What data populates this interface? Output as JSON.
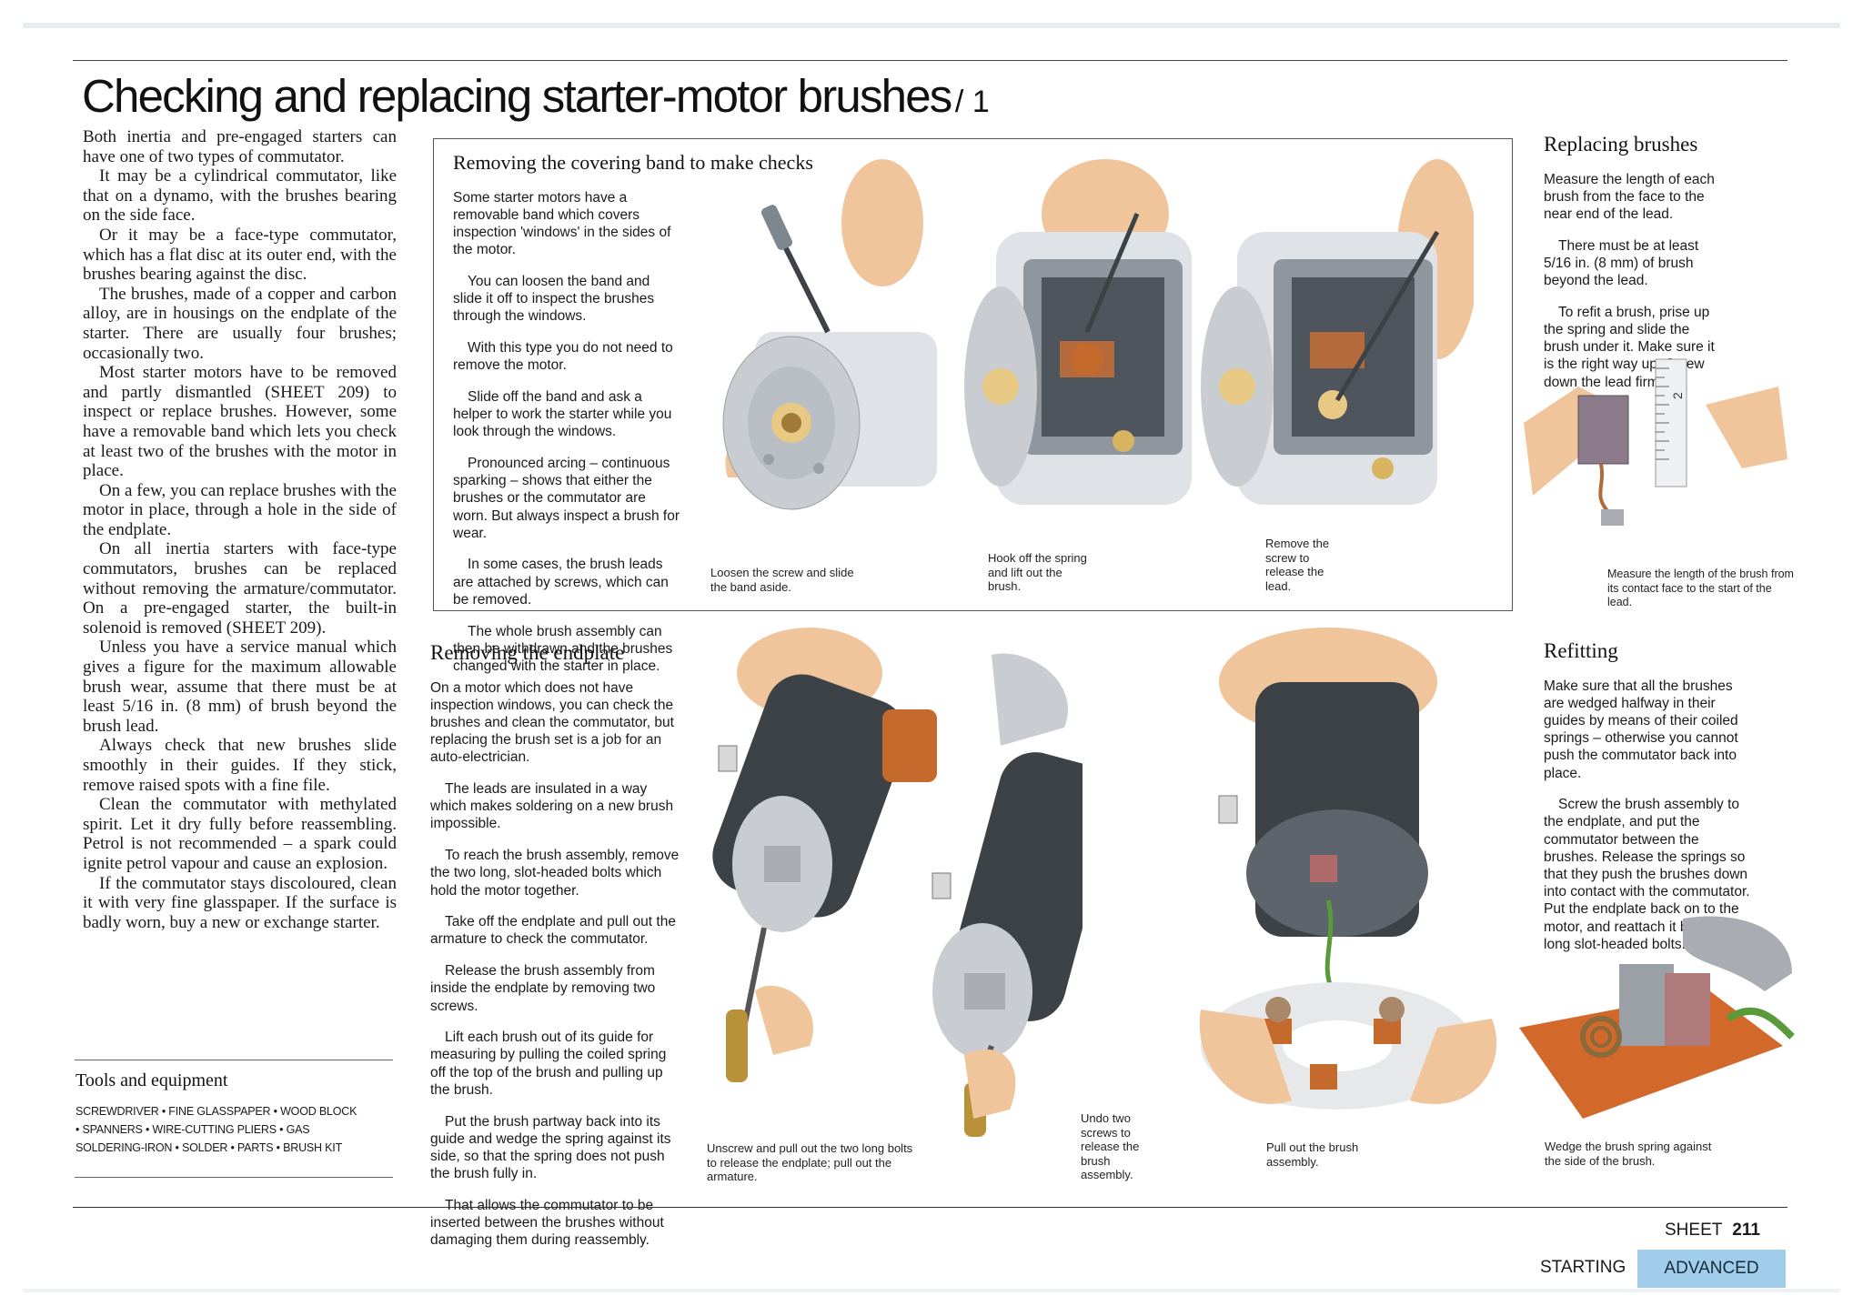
{
  "page": {
    "title": "Checking and replacing starter-motor brushes",
    "title_suffix": "/ 1",
    "intro_paragraphs": [
      "Both inertia and pre-engaged starters can have one of two types of commutator.",
      "It may be a cylindrical commutator, like that on a dynamo, with the brushes bearing on the side face.",
      "Or it may be a face-type commutator, which has a flat disc at its outer end, with the brushes bearing against the disc.",
      "The brushes, made of a copper and carbon alloy, are in housings on the endplate of the starter. There are usually four brushes; occasionally two.",
      "Most starter motors have to be removed and partly dismantled (SHEET 209) to inspect or replace brushes. However, some have a removable band which lets you check at least two of the brushes with the motor in place.",
      "On a few, you can replace brushes with the motor in place, through a hole in the side of the endplate.",
      "On all inertia starters with face-type commutators, brushes can be replaced without removing the armature/commutator. On a pre-engaged starter, the built-in solenoid is removed (SHEET 209).",
      "Unless you have a service manual which gives a figure for the maximum allowable brush wear, assume that there must be at least 5/16 in. (8 mm) of brush beyond the brush lead.",
      "Always check that new brushes slide smoothly in their guides. If they stick, remove raised spots with a fine file.",
      "Clean the commutator with methylated spirit. Let it dry fully before reassembling. Petrol is not recommended – a spark could ignite petrol vapour and cause an explosion.",
      "If the commutator stays discoloured, clean it with very fine glasspaper. If the surface is badly worn, buy a new or exchange starter."
    ],
    "tools": {
      "heading": "Tools and equipment",
      "line1": "SCREWDRIVER  •  FINE GLASSPAPER  •  WOOD BLOCK",
      "line2": "•  SPANNERS  •  WIRE-CUTTING PLIERS  •  GAS",
      "line3": "SOLDERING-IRON  •  SOLDER  •  PARTS  •  BRUSH KIT"
    },
    "band_section": {
      "heading": "Removing the covering band to make checks",
      "paragraphs": [
        "Some starter motors have a removable band which covers inspection 'windows' in the sides of the motor.",
        "You can loosen the band and slide it off to inspect the brushes through the windows.",
        "With this type you do not need to remove the motor.",
        "Slide off the band and ask a helper to work the starter while you look through the windows.",
        "Pronounced arcing – continuous sparking – shows that either the brushes or the commutator are worn. But always inspect a brush for wear.",
        "In some cases, the brush leads are attached by screws, which can be removed.",
        "The whole brush assembly can then be withdrawn and the brushes changed with the starter in place."
      ],
      "captions": {
        "loosen": "Loosen the screw and slide the band aside.",
        "hook": "Hook off the spring and lift out the brush.",
        "remove": "Remove the screw to release the lead."
      }
    },
    "replacing_section": {
      "heading": "Replacing brushes",
      "paragraphs": [
        "Measure the length of each brush from the face to the near end of the lead.",
        "There must be at least 5/16 in. (8 mm) of brush beyond the lead.",
        "To refit a brush, prise up the spring and slide the brush under it. Make sure it is the right way up. Screw down the lead firmly."
      ],
      "caption": "Measure the length of the brush from its contact face to the start of the lead.",
      "ruler_mark": "2"
    },
    "endplate_section": {
      "heading": "Removing the endplate",
      "paragraphs": [
        "On a motor which does not have inspection windows, you can check the brushes and clean the commutator, but replacing the brush set is a job for an auto-electrician.",
        "The leads are insulated in a way which makes soldering on a new brush impossible.",
        "To reach the brush assembly, remove the two long, slot-headed bolts which hold the motor together.",
        "Take off the endplate and pull out the armature to check the commutator.",
        "Release the brush assembly from inside the endplate by removing two screws.",
        "Lift each brush out of its guide for measuring by pulling the coiled spring off the top of the brush and pulling up the brush.",
        "Put the brush partway back into its guide and wedge the spring against its side, so that the spring does not push the brush fully in.",
        "That allows the commutator to be inserted between the brushes without damaging them during reassembly."
      ],
      "captions": {
        "unscrew": "Unscrew and pull out the two long bolts to release the endplate; pull out the armature.",
        "undo": "Undo two screws to release the brush assembly.",
        "pull": "Pull out the brush assembly."
      }
    },
    "refitting_section": {
      "heading": "Refitting",
      "paragraphs": [
        "Make sure that all the brushes are wedged halfway in their guides by means of their coiled springs – otherwise you cannot push the commutator back into place.",
        "Screw the brush assembly to the endplate, and put the commutator between the brushes. Release the springs so that they push the brushes down into contact with the commutator. Put the endplate back on to the motor, and reattach it by the two long slot-headed bolts."
      ],
      "caption": "Wedge the brush spring against the side of the brush."
    },
    "footer": {
      "sheet_label": "SHEET",
      "sheet_number": "211",
      "category": "STARTING",
      "level": "ADVANCED"
    }
  },
  "colors": {
    "advanced_tab": "#9fcdea",
    "motor_silver": "#c9cdd2",
    "motor_dark": "#3d4247",
    "skin": "#f1c59b",
    "copper": "#c46a2c",
    "brush_board": "#d2692a"
  }
}
